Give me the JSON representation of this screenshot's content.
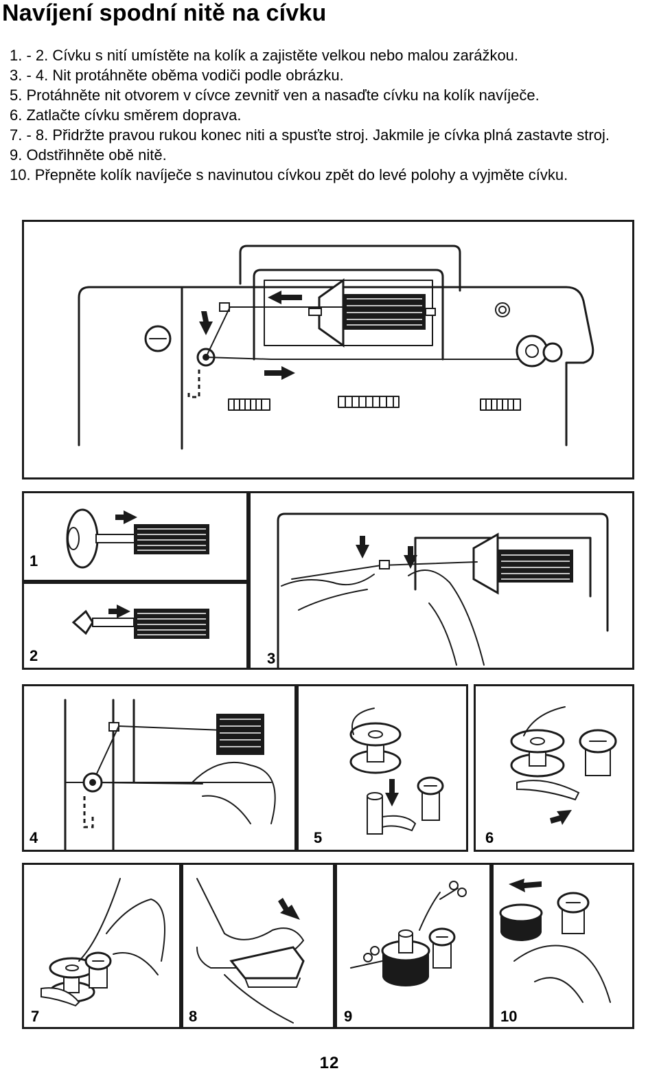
{
  "title": "Navíjení spodní nitě na cívku",
  "steps": [
    "1. - 2. Cívku s nití umístěte na kolík a zajistěte velkou nebo malou zarážkou.",
    "3. - 4. Nit protáhněte oběma vodiči podle obrázku.",
    "5. Protáhněte nit otvorem v cívce zevnitř ven a nasaďte cívku na kolík navíječe.",
    "6. Zatlačte cívku směrem doprava.",
    "7. - 8. Přidržte pravou rukou konec niti a spusťte stroj. Jakmile je cívka plná zastavte stroj.",
    "9. Odstřihněte obě nitě.",
    "10. Přepněte kolík navíječe s navinutou cívkou zpět do levé polohy a vyjměte cívku."
  ],
  "panels": {
    "p1": "1",
    "p2": "2",
    "p3": "3",
    "p4": "4",
    "p5": "5",
    "p6": "6",
    "p7": "7",
    "p8": "8",
    "p9": "9",
    "p10": "10"
  },
  "page_number": "12",
  "colors": {
    "ink": "#1a1a1a",
    "paper": "#ffffff"
  }
}
